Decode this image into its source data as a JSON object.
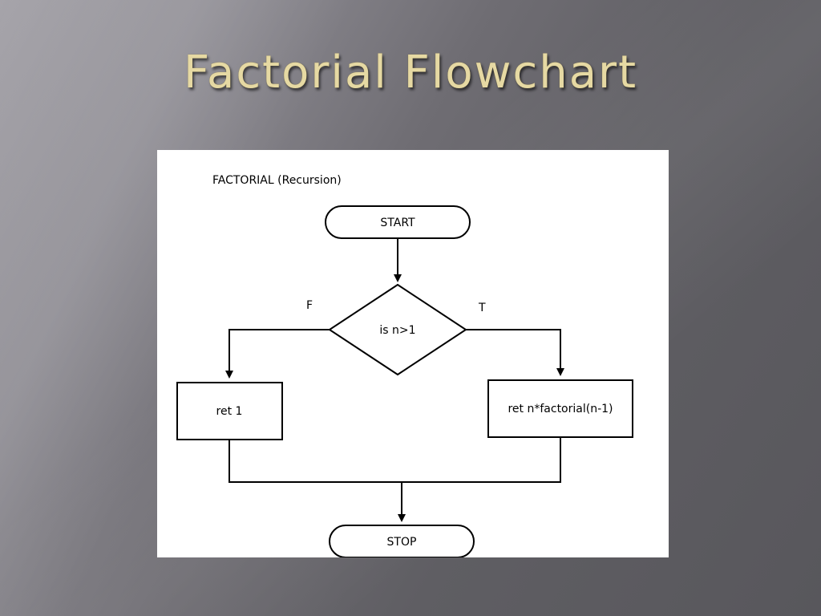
{
  "slide": {
    "title": "Factorial Flowchart"
  },
  "diagram": {
    "caption": "FACTORIAL (Recursion)",
    "nodes": {
      "start": "START",
      "decision": "is n>1",
      "false_branch": "ret 1",
      "true_branch": "ret n*factorial(n-1)",
      "stop": "STOP"
    },
    "edge_labels": {
      "false": "F",
      "true": "T"
    }
  }
}
